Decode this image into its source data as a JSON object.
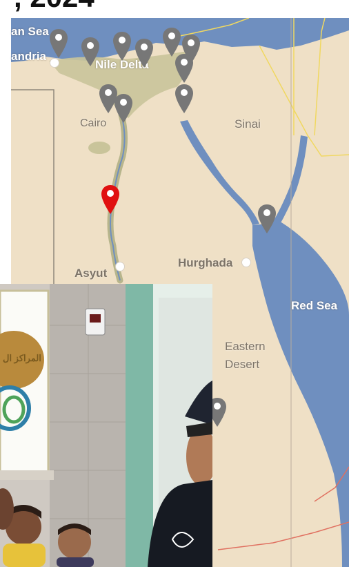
{
  "header": {
    "title_fragment": ", 2024"
  },
  "map": {
    "colors": {
      "water": "#6f8fbf",
      "land": "#efe0c6",
      "nile_valley": "#c9c49a",
      "border": "#f0d860",
      "border_red": "#e07060",
      "pin_default": "#777777",
      "pin_highlight": "#e01010"
    },
    "labels": {
      "sea_top": "an Sea",
      "alexandria": "andria",
      "nile_delta": "Nile Delta",
      "cairo": "Cairo",
      "sinai": "Sinai",
      "asyut": "Asyut",
      "hurghada": "Hurghada",
      "red_sea": "Red Sea",
      "eastern_desert_1": "Eastern",
      "eastern_desert_2": "Desert"
    },
    "pins": [
      {
        "id": "pin-1",
        "highlight": false
      },
      {
        "id": "pin-2",
        "highlight": false
      },
      {
        "id": "pin-3",
        "highlight": false
      },
      {
        "id": "pin-4",
        "highlight": false
      },
      {
        "id": "pin-5",
        "highlight": false
      },
      {
        "id": "pin-6",
        "highlight": false
      },
      {
        "id": "pin-7",
        "highlight": false
      },
      {
        "id": "pin-8",
        "highlight": false
      },
      {
        "id": "pin-9",
        "highlight": false
      },
      {
        "id": "pin-10",
        "highlight": false
      },
      {
        "id": "pin-11",
        "highlight": true
      },
      {
        "id": "pin-12",
        "highlight": false
      },
      {
        "id": "pin-13",
        "highlight": false
      }
    ]
  },
  "photo": {
    "description_icon": "classroom-photo",
    "sign_text": "المراكز ال"
  }
}
